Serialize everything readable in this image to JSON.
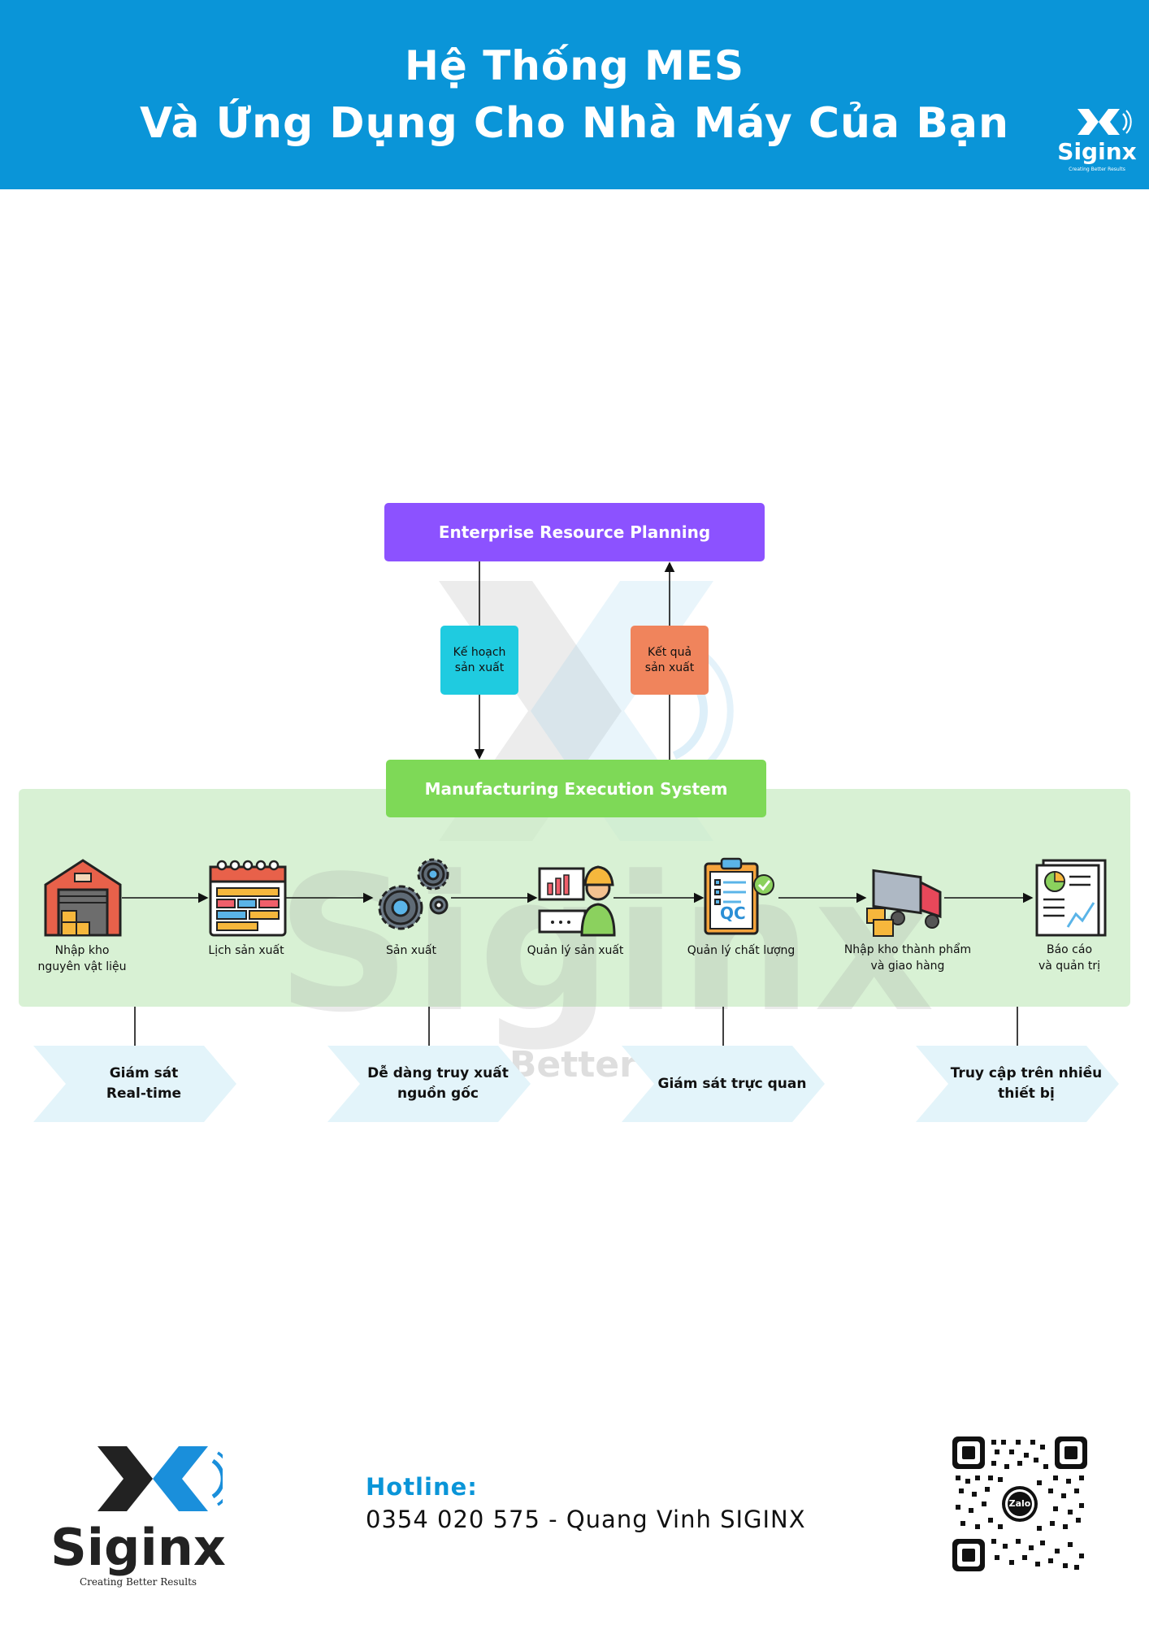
{
  "header": {
    "title_line1": "Hệ Thống MES",
    "title_line2": "Và Ứng Dụng Cho Nhà Máy Của Bạn",
    "logo_word": "Siginx",
    "logo_tagline": "Creating Better Results"
  },
  "watermark": {
    "word": "Siginx",
    "tagline": "g Better"
  },
  "diagram": {
    "erp_label": "Enterprise Resource Planning",
    "plan_label_line1": "Kế hoạch",
    "plan_label_line2": "sản xuất",
    "result_label_line1": "Kết quả",
    "result_label_line2": "sản xuất",
    "mes_label": "Manufacturing  Execution System",
    "steps": [
      {
        "line1": "Nhập kho",
        "line2": "nguyên vật liệu",
        "icon": "warehouse-icon"
      },
      {
        "line1": "Lịch sản xuất",
        "line2": "",
        "icon": "calendar-icon"
      },
      {
        "line1": "Sản xuất",
        "line2": "",
        "icon": "gears-icon"
      },
      {
        "line1": "Quản lý sản xuất",
        "line2": "",
        "icon": "manager-icon"
      },
      {
        "line1": "Quản lý chất lượng",
        "line2": "",
        "icon": "qc-clipboard-icon"
      },
      {
        "line1": "Nhập kho thành phẩm",
        "line2": "và giao hàng",
        "icon": "delivery-truck-icon"
      },
      {
        "line1": "Báo cáo",
        "line2": "và quản trị",
        "icon": "report-icon"
      }
    ],
    "benefits": [
      {
        "line1": "Giám sát",
        "line2": "Real-time"
      },
      {
        "line1": "Dễ dàng truy xuất",
        "line2": "nguồn gốc"
      },
      {
        "line1": "Giám sát trực quan",
        "line2": ""
      },
      {
        "line1": "Truy cập trên nhiều",
        "line2": "thiết bị"
      }
    ]
  },
  "footer": {
    "logo_word": "Siginx",
    "logo_tagline": "Creating Better Results",
    "hotline_label": "Hotline:",
    "hotline_value": "0354 020 575 - Quang Vinh SIGINX",
    "qr_center_label": "Zalo"
  },
  "colors": {
    "header_blue": "#0a95d8",
    "erp_purple": "#8c52ff",
    "plan_cyan": "#1fcbe0",
    "result_orange": "#f0845c",
    "mes_green": "#7ed957",
    "band_green": "#d8f0d2",
    "chevron_blue": "#e3f4fa"
  }
}
